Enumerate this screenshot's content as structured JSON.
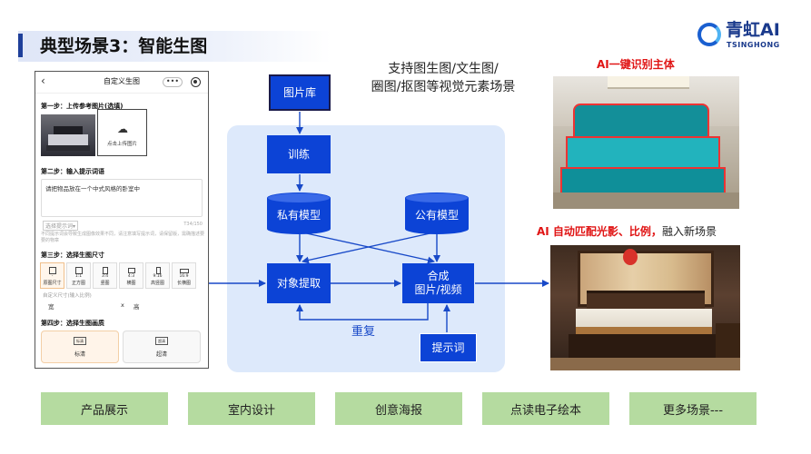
{
  "page": {
    "title": "典型场景3：智能生图"
  },
  "logo": {
    "main": "青虹AI",
    "sub": "TSINGHONG"
  },
  "phone": {
    "back_icon": "‹",
    "title": "自定义生图",
    "menu_icon": "•••",
    "step1": "第一步：上传参考图片(选填)",
    "upload_icon": "☁",
    "upload_label": "点击上传图片",
    "step2": "第二步：输入提示词语",
    "prompt_value": "请把物品放在一个中式风格的卧室中",
    "tips_select": "选择提示词▾",
    "char_count": "T34/150",
    "hint": "不同提示词会导致生成图像效果不同，请注意填写提示词，请保留版，需确描述要要的物章",
    "step3": "第三步：选择生图尺寸",
    "ratios": [
      {
        "top": "-",
        "label": "原图尺寸"
      },
      {
        "top": "1:1",
        "label": "正方图"
      },
      {
        "top": "3:4",
        "label": "竖图"
      },
      {
        "top": "4:3",
        "label": "横图"
      },
      {
        "top": "9:16",
        "label": "高竖图"
      },
      {
        "top": "16:9",
        "label": "长横图"
      }
    ],
    "custom_label": "自定义尺寸(输入比例)",
    "width_label": "宽",
    "x_label": "x",
    "height_label": "高",
    "step4": "第四步：选择生图画质",
    "quality": [
      {
        "badge": "标清",
        "label": "标清"
      },
      {
        "badge": "超清",
        "label": "超清"
      }
    ]
  },
  "flow": {
    "gallery": "图片库",
    "train": "训练",
    "private_model": "私有模型",
    "public_model": "公有模型",
    "extract": "对象提取",
    "compose": "合成\n图片/视频",
    "repeat": "重复",
    "prompt": "提示词"
  },
  "support_text": "支持图生图/文生图/\n圈图/抠图等视觉元素场景",
  "caption1": "AI一键识别主体",
  "caption2": {
    "red": "AI 自动匹配光影、比例，",
    "black": "融入新场景"
  },
  "tags": [
    "产品展示",
    "室内设计",
    "创意海报",
    "点读电子绘本",
    "更多场景---"
  ],
  "colors": {
    "flow_blue": "#0c43d6",
    "flow_bg": "#dde9fb",
    "tag_green": "#b5dba0",
    "caption_red": "#e01414"
  }
}
